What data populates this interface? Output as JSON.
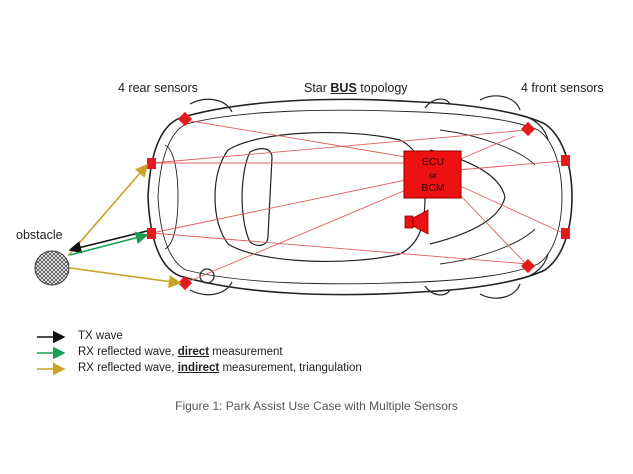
{
  "labels": {
    "rear_sensors": "4 rear sensors",
    "bus_prefix": "Star ",
    "bus_word": "BUS",
    "bus_suffix": " topology",
    "front_sensors": "4 front sensors",
    "obstacle": "obstacle"
  },
  "ecu": {
    "line1": "ECU",
    "line2": "or",
    "line3": "BCM"
  },
  "legend": [
    {
      "text_before": "TX wave",
      "emphasis": "",
      "text_after": "",
      "color": "#111111"
    },
    {
      "text_before": "RX reflected wave, ",
      "emphasis": "direct",
      "text_after": " measurement",
      "color": "#1a9e55"
    },
    {
      "text_before": "RX reflected wave, ",
      "emphasis": "indirect",
      "text_after": " measurement, triangulation",
      "color": "#c9a227"
    }
  ],
  "caption": "Figure 1: Park Assist Use Case with Multiple Sensors",
  "colors": {
    "sensor": "#e21b1b",
    "bus_line": "#e06060",
    "ecu_fill": "#ee1111",
    "tx_arrow": "#111111",
    "rx_direct": "#1a9e55",
    "rx_indirect": "#c9a227"
  }
}
